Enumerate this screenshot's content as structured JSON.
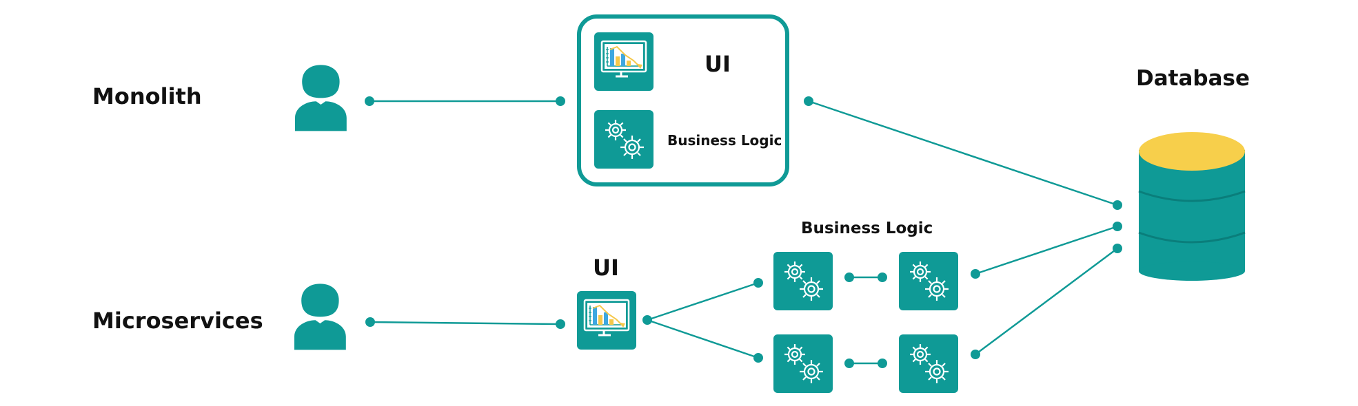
{
  "labels": {
    "monolith": "Monolith",
    "microservices": "Microservices",
    "database": "Database",
    "mono_ui": "UI",
    "mono_business_logic": "Business Logic",
    "micro_ui": "UI",
    "micro_business_logic": "Business Logic"
  },
  "colors": {
    "teal": "#0f9a96",
    "teal_dark": "#0a7e7b",
    "white": "#ffffff",
    "db_top": "#f7cf4b",
    "chart_blue": "#3ea7e0",
    "chart_yellow": "#f5c84a",
    "text": "#111111"
  },
  "icons": [
    "user-icon",
    "dashboard-monitor-icon",
    "gears-icon",
    "database-icon"
  ]
}
